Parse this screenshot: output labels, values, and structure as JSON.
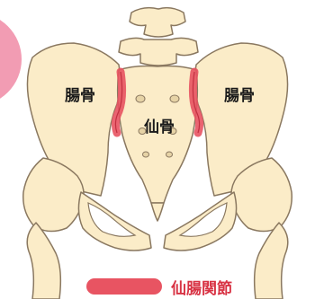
{
  "labels": {
    "left_ilium": "腸骨",
    "right_ilium": "腸骨",
    "sacrum": "仙骨"
  },
  "legend": {
    "text": "仙腸関節",
    "color": "#e85462"
  },
  "colors": {
    "bone_fill": "#fbecc8",
    "bone_stroke": "#8a7860",
    "joint_highlight": "#e85462",
    "corner_badge": "#f29cb3"
  }
}
